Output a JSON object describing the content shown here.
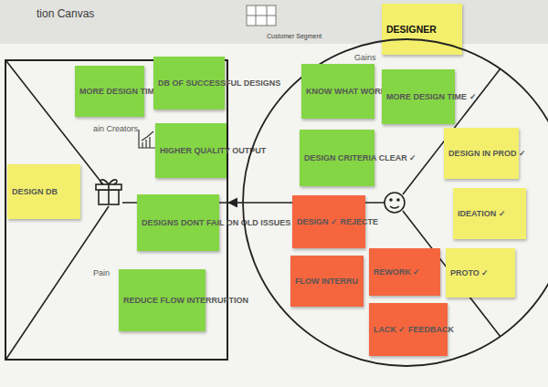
{
  "diagram": {
    "nodes": [
      {
        "text": [
          "ain Creators",
          "Pain"
        ]
      },
      {
        "text": [
          "MORE DESIGN TIME"
        ],
        "in": 0
      },
      {
        "text": [
          "DB OF SUCCESSFUL DESIGNS"
        ],
        "in": 0
      },
      {
        "text": [
          "HIGHER QUALITY OUTPUT"
        ],
        "in": 0
      },
      {
        "text": [
          "DESIGN DB"
        ],
        "in": 0
      },
      {
        "text": [
          "DESIGNS DONT FAIL ON OLD ISSUES"
        ],
        "in": 0
      },
      {
        "text": [
          "REDUCE FLOW INTERRUPTION"
        ],
        "in": 0
      },
      {
        "text": [
          "DESIGNER"
        ]
      },
      {
        "text": [
          "Gains"
        ]
      },
      {
        "text": [
          "KNOW WHAT WORKS ✓"
        ],
        "in": 8
      },
      {
        "text": [
          "MORE DESIGN TIME ✓"
        ],
        "in": 8
      },
      {
        "text": [
          "DESIGN CRITERIA CLEAR ✓"
        ],
        "in": 8
      },
      {
        "text": [
          "DESIGN IN PROD ✓"
        ],
        "in": 8
      },
      {
        "text": [
          "IDEATION ✓"
        ],
        "in": 8
      },
      {
        "text": [
          "PROTO ✓"
        ],
        "in": 8
      },
      {
        "text": [
          "DESIGN ✓ REJECTE"
        ],
        "in": 8
      },
      {
        "text": [
          "REWORK ✓"
        ],
        "in": 8
      },
      {
        "text": [
          "FLOW INTERRU"
        ],
        "in": 8
      },
      {
        "text": [
          "LACK ✓ FEEDBACK"
        ],
        "in": 8
      }
    ],
    "edges": [
      {
        "from": 8,
        "to": 0,
        "arrow": "to"
      }
    ],
    "labels": [
      "tion Canvas",
      "Customer Segment"
    ]
  }
}
